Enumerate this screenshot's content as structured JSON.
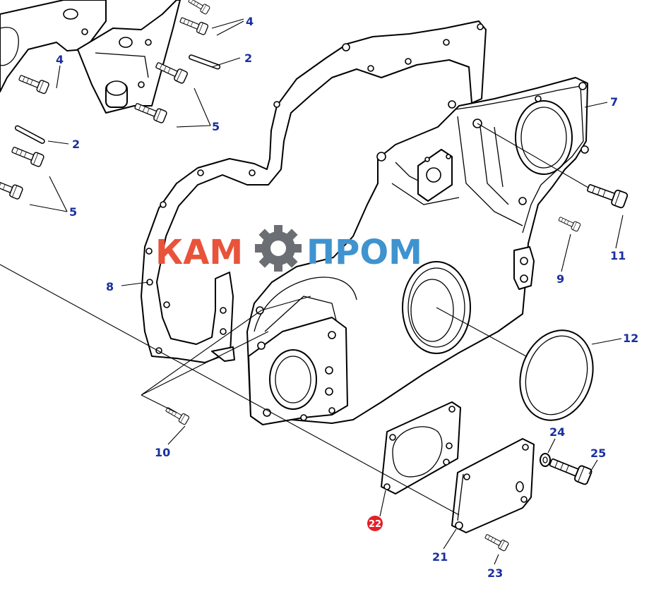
{
  "diagram": {
    "logo": {
      "left": "КАМ",
      "right": "ПРОМ",
      "left_color": "#e8533a",
      "right_color": "#3f93cf",
      "gear_color": "#6b6e73"
    },
    "callout_color": "#1a2f9e",
    "highlight_color": "#e41e26",
    "callouts": {
      "c4a": "4",
      "c4b": "4",
      "c2a": "2",
      "c2b": "2",
      "c5a": "5",
      "c5b": "5",
      "c7": "7",
      "c8": "8",
      "c9": "9",
      "c10": "10",
      "c11": "11",
      "c12": "12",
      "c21": "21",
      "c22": "22",
      "c23": "23",
      "c24": "24",
      "c25": "25"
    }
  }
}
